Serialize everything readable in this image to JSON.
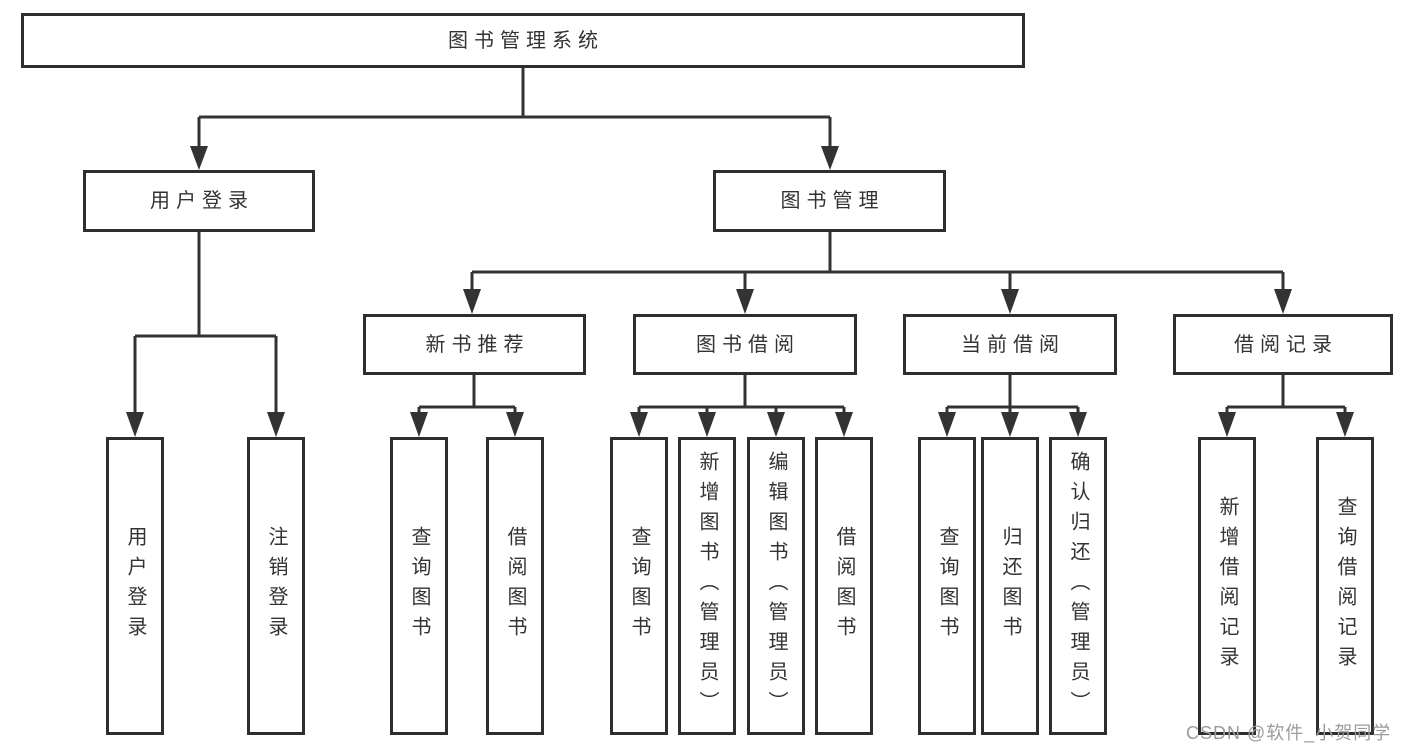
{
  "diagram": {
    "root": {
      "label": "图书管理系统"
    },
    "branches": [
      {
        "label": "用户登录",
        "children": [
          {
            "label": "用户登录"
          },
          {
            "label": "注销登录"
          }
        ]
      },
      {
        "label": "图书管理",
        "groups": [
          {
            "label": "新书推荐",
            "children": [
              {
                "label": "查询图书"
              },
              {
                "label": "借阅图书"
              }
            ]
          },
          {
            "label": "图书借阅",
            "children": [
              {
                "label": "查询图书"
              },
              {
                "label": "新增图书（管理员）"
              },
              {
                "label": "编辑图书（管理员）"
              },
              {
                "label": "借阅图书"
              }
            ]
          },
          {
            "label": "当前借阅",
            "children": [
              {
                "label": "查询图书"
              },
              {
                "label": "归还图书"
              },
              {
                "label": "确认归还（管理员）"
              }
            ]
          },
          {
            "label": "借阅记录",
            "children": [
              {
                "label": "新增借阅记录"
              },
              {
                "label": "查询借阅记录"
              }
            ]
          }
        ]
      }
    ],
    "colors": {
      "line": "#333333",
      "box_border": "#2e2e2e",
      "box_fill": "#ffffff",
      "text": "#333333",
      "watermark_text": "#9b9b9b",
      "background": "#ffffff"
    }
  },
  "watermark": {
    "text": "CSDN @软件_小贺同学"
  }
}
